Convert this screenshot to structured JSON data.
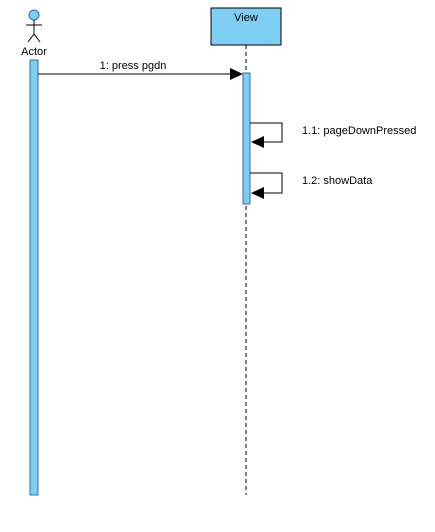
{
  "actor": {
    "label": "Actor"
  },
  "view": {
    "label": "View"
  },
  "messages": [
    {
      "label": "1: press pgdn"
    },
    {
      "label": "1.1: pageDownPressed"
    },
    {
      "label": "1.2: showData"
    }
  ],
  "colors": {
    "lifeline_fill": "#7fcdf3",
    "lifeline_stroke": "#3a6f93",
    "stroke": "#000000"
  }
}
